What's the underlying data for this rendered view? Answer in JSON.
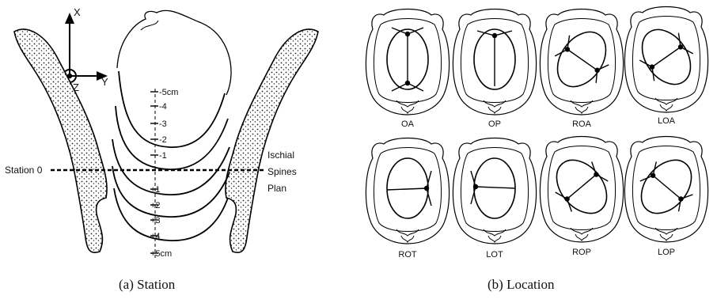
{
  "panel_a": {
    "axes": {
      "x": "X",
      "y": "Y",
      "z": "Z"
    },
    "ticks_above": [
      "-5cm",
      "-4",
      "-3",
      "-2",
      "-1"
    ],
    "ticks_below": [
      "+1",
      "+2",
      "+3",
      "+4",
      "+5cm"
    ],
    "station_label": "Station 0",
    "plane_label": [
      "Ischial",
      "Spines",
      "Plan"
    ],
    "caption": "(a)  Station"
  },
  "panel_b": {
    "positions": [
      {
        "label": "OA"
      },
      {
        "label": "OP"
      },
      {
        "label": "ROA"
      },
      {
        "label": "LOA"
      },
      {
        "label": "ROT"
      },
      {
        "label": "LOT"
      },
      {
        "label": "ROP"
      },
      {
        "label": "LOP"
      }
    ],
    "caption": "(b)  Location"
  }
}
